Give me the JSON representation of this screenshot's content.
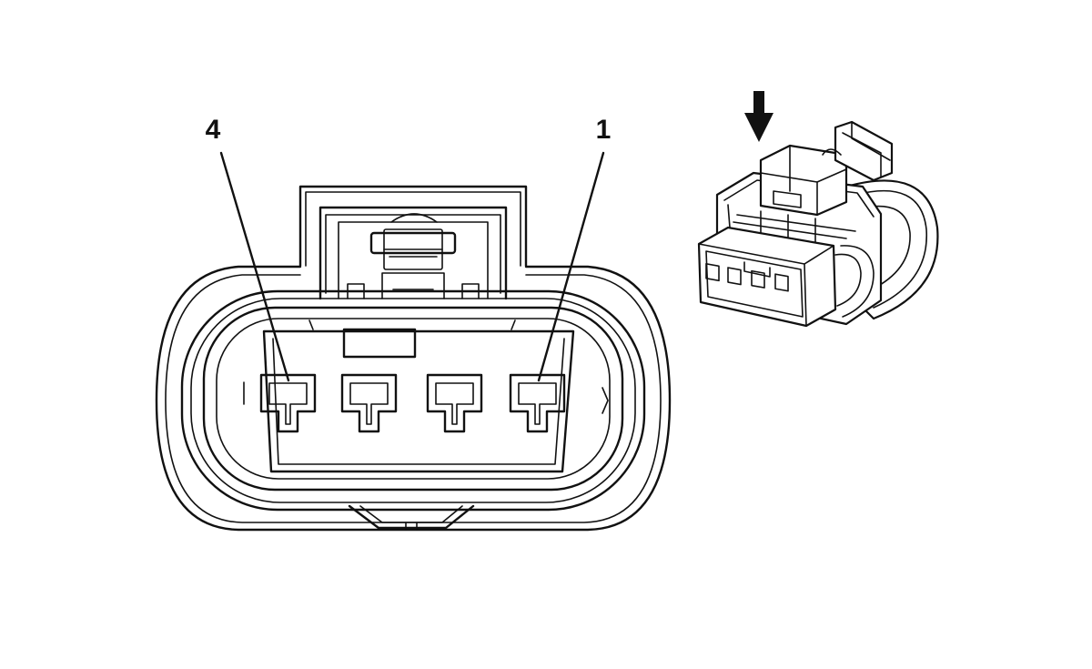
{
  "diagram": {
    "pin_labels": [
      {
        "id": "pin-4",
        "text": "4"
      },
      {
        "id": "pin-1",
        "text": "1"
      }
    ],
    "view_arrow_icon": "down-arrow-icon",
    "colors": {
      "line": "#111111",
      "background": "#ffffff"
    }
  }
}
